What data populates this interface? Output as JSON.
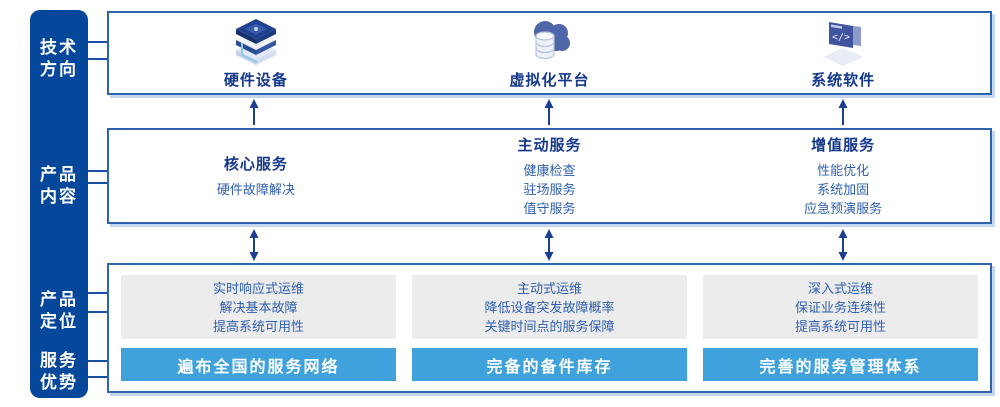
{
  "colors": {
    "sidebar_bg": "#05479a",
    "panel_border": "#2e64ae",
    "panel_shadow": "#a9c4e6",
    "heading_text": "#14388c",
    "body_text": "#2e5fae",
    "connector": "#1b4fa5",
    "arrow": "#1c3f94",
    "gray_box_bg": "#ececec",
    "bar_bg": "#3fa2dc",
    "bar_text": "#ffffff"
  },
  "sidebar": {
    "items": [
      {
        "label": "技术\n方向"
      },
      {
        "label": "产品\n内容"
      },
      {
        "label": "产品\n定位"
      },
      {
        "label": "服务\n优势"
      }
    ]
  },
  "tech_row": {
    "items": [
      {
        "icon": "server-stack-icon",
        "label": "硬件设备"
      },
      {
        "icon": "cloud-database-icon",
        "label": "虚拟化平台"
      },
      {
        "icon": "code-window-icon",
        "label": "系统软件"
      }
    ]
  },
  "content_row": {
    "items": [
      {
        "title": "核心服务",
        "lines": [
          "硬件故障解决"
        ]
      },
      {
        "title": "主动服务",
        "lines": [
          "健康检查",
          "驻场服务",
          "值守服务"
        ]
      },
      {
        "title": "增值服务",
        "lines": [
          "性能优化",
          "系统加固",
          "应急预演服务"
        ]
      }
    ]
  },
  "bottom_row": {
    "items": [
      {
        "positioning": [
          "实时响应式运维",
          "解决基本故障",
          "提高系统可用性"
        ],
        "advantage": "遍布全国的服务网络"
      },
      {
        "positioning": [
          "主动式运维",
          "降低设备突发故障概率",
          "关键时间点的服务保障"
        ],
        "advantage": "完备的备件库存"
      },
      {
        "positioning": [
          "深入式运维",
          "保证业务连续性",
          "提高系统可用性"
        ],
        "advantage": "完善的服务管理体系"
      }
    ]
  }
}
